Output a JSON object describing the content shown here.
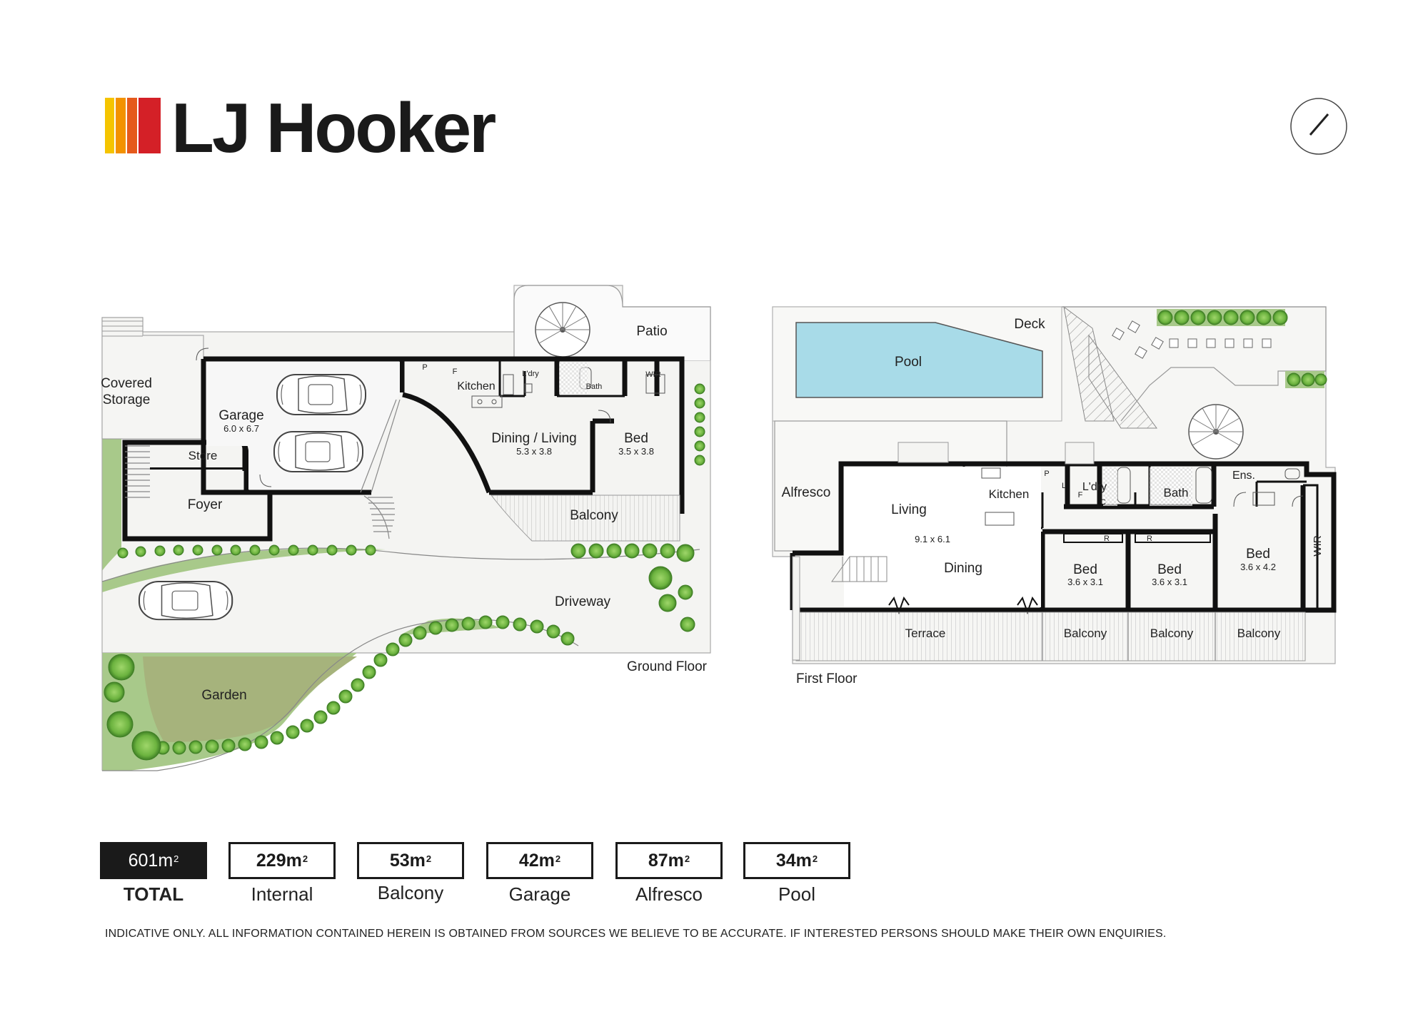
{
  "brand": {
    "name": "LJ Hooker",
    "colors": [
      "#f5c400",
      "#f39200",
      "#e55a1c",
      "#d42027"
    ]
  },
  "ground_floor": {
    "label": "Ground Floor",
    "rooms": {
      "covered_storage_1": "Covered",
      "covered_storage_2": "Storage",
      "garage": "Garage",
      "garage_dim": "6.0 x 6.7",
      "store": "Store",
      "foyer": "Foyer",
      "kitchen": "Kitchen",
      "laundry": "L'dry",
      "bath": "Bath",
      "wir": "WIR",
      "dining_living": "Dining / Living",
      "dining_living_dim": "5.3 x 3.8",
      "bed": "Bed",
      "bed_dim": "3.5 x 3.8",
      "balcony": "Balcony",
      "patio": "Patio",
      "driveway": "Driveway",
      "garden": "Garden",
      "p": "P",
      "f": "F"
    }
  },
  "first_floor": {
    "label": "First Floor",
    "rooms": {
      "pool": "Pool",
      "deck": "Deck",
      "alfresco": "Alfresco",
      "living": "Living",
      "living_dim": "9.1 x 6.1",
      "dining": "Dining",
      "kitchen": "Kitchen",
      "laundry": "L'dry",
      "bath": "Bath",
      "ensuite": "Ens.",
      "wir": "WIR",
      "bed1": "Bed",
      "bed1_dim": "3.6 x 3.1",
      "bed2": "Bed",
      "bed2_dim": "3.6 x 3.1",
      "bed3": "Bed",
      "bed3_dim": "3.6 x 4.2",
      "terrace": "Terrace",
      "balcony1": "Balcony",
      "balcony2": "Balcony",
      "balcony3": "Balcony",
      "p": "P",
      "l": "L",
      "f": "F",
      "c": "C",
      "r1": "R",
      "r2": "R"
    }
  },
  "areas": [
    {
      "value": "601m",
      "sup": "2",
      "label": "TOTAL"
    },
    {
      "value": "229m",
      "sup": "2",
      "label": "Internal"
    },
    {
      "value": "53m",
      "sup": "2",
      "label": "Balcony"
    },
    {
      "value": "42m",
      "sup": "2",
      "label": "Garage"
    },
    {
      "value": "87m",
      "sup": "2",
      "label": "Alfresco"
    },
    {
      "value": "34m",
      "sup": "2",
      "label": "Pool"
    }
  ],
  "disclaimer": "INDICATIVE ONLY. ALL INFORMATION CONTAINED HEREIN IS OBTAINED FROM SOURCES WE BELIEVE TO BE ACCURATE. IF INTERESTED PERSONS SHOULD MAKE THEIR OWN ENQUIRIES.",
  "icons": {
    "compass": "compass-icon"
  }
}
